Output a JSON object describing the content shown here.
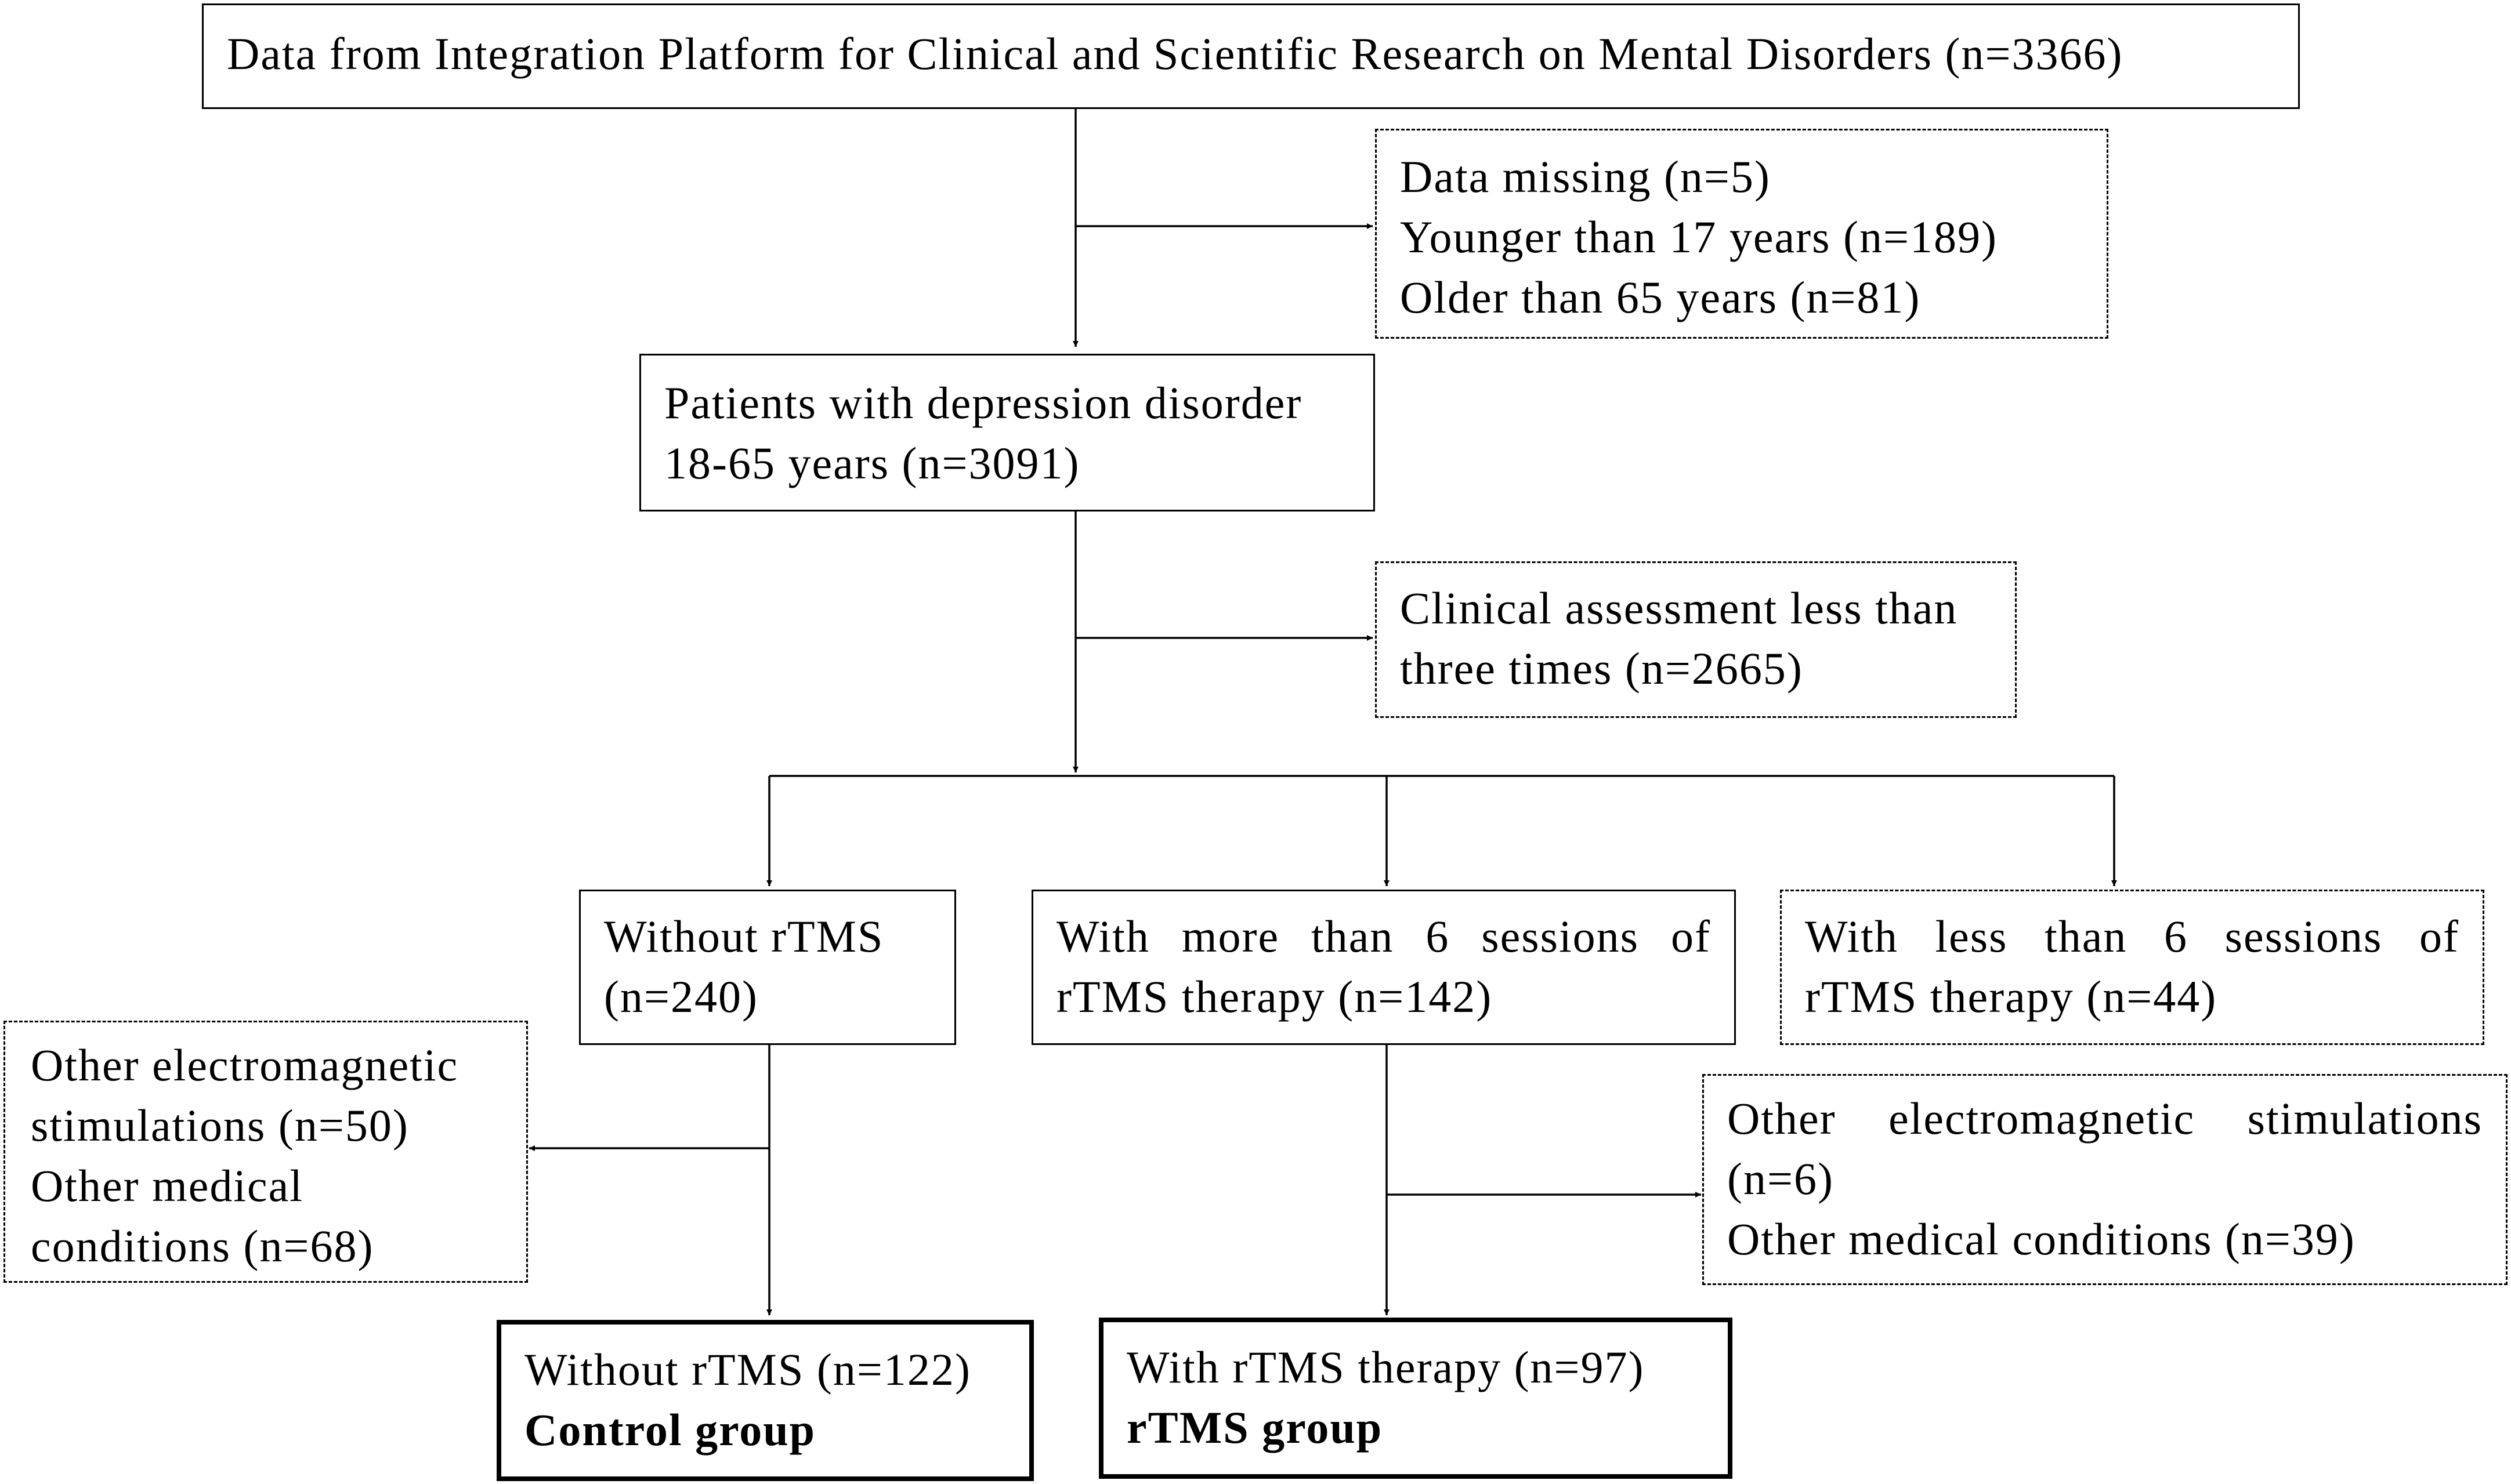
{
  "source": {
    "text": "Data from Integration Platform for Clinical and Scientific Research on Mental Disorders (n=3366)"
  },
  "excluded_1": {
    "lines": [
      "Data missing (n=5)",
      "Younger than 17 years (n=189)",
      "Older than 65 years (n=81)"
    ]
  },
  "patients": {
    "lines": [
      "Patients with depression disorder",
      "18-65 years (n=3091)"
    ]
  },
  "excluded_2": {
    "lines": [
      "Clinical assessment less than",
      "three times (n=2665)"
    ]
  },
  "without_rtms": {
    "lines": [
      "Without rTMS",
      "(n=240)"
    ]
  },
  "more_sessions": {
    "line1_words": [
      "With",
      "more",
      "than",
      "6",
      "sessions",
      "of"
    ],
    "line2": "rTMS therapy (n=142)"
  },
  "less_sessions": {
    "line1_words": [
      "With",
      "less",
      "than",
      "6",
      "sessions",
      "of"
    ],
    "line2": "rTMS therapy (n=44)"
  },
  "excluded_left": {
    "lines": [
      "Other electromagnetic",
      "stimulations (n=50)",
      "Other medical",
      "conditions (n=68)"
    ]
  },
  "excluded_right": {
    "line1_words": [
      "Other",
      "electromagnetic",
      "stimulations"
    ],
    "lines": [
      "(n=6)",
      "Other medical conditions (n=39)"
    ]
  },
  "control_group": {
    "line1": "Without rTMS (n=122)",
    "line2": "Control group"
  },
  "rtms_group": {
    "line1": "With rTMS therapy (n=97)",
    "line2": "rTMS group"
  }
}
